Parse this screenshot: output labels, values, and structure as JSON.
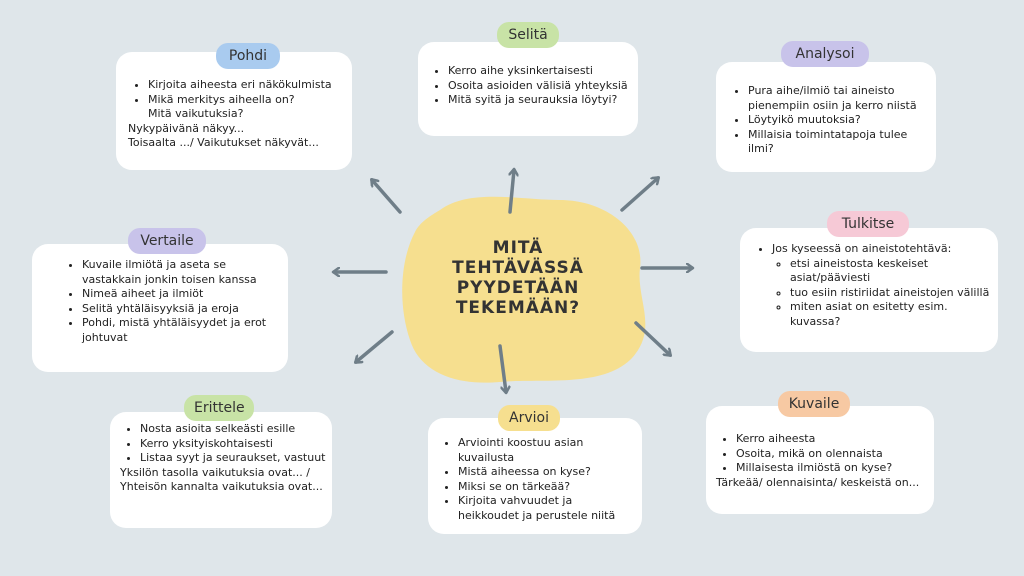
{
  "center": {
    "title_lines": [
      "MITÄ",
      "TEHTÄVÄSSÄ",
      "PYYDETÄÄN",
      "TEKEMÄÄN?"
    ],
    "color": "#f6df8f"
  },
  "arrow_color": "#6f7e88",
  "nodes": {
    "pohdi": {
      "label": "Pohdi",
      "color": "#a9cbef",
      "bullets": [
        "Kirjoita aiheesta eri näkökulmista",
        "Mikä merkitys aiheella on?"
      ],
      "extra": [
        "Mitä vaikutuksia?",
        "Nykypäivänä näkyy...",
        "Toisaalta .../ Vaikutukset näkyvät..."
      ]
    },
    "selita": {
      "label": "Selitä",
      "color": "#c8e3a6",
      "bullets": [
        "Kerro aihe yksinkertaisesti",
        "Osoita asioiden välisiä yhteyksiä",
        "Mitä syitä ja seurauksia löytyi?"
      ]
    },
    "analysoi": {
      "label": "Analysoi",
      "color": "#c8c3ea",
      "bullets": [
        "Pura aihe/ilmiö tai aineisto pienempiin osiin ja kerro niistä",
        "Löytyikö muutoksia?",
        "Millaisia toimintatapoja tulee ilmi?"
      ]
    },
    "tulkitse": {
      "label": "Tulkitse",
      "color": "#f6c9d6",
      "bullets": [
        "Jos kyseessä on aineistotehtävä:"
      ],
      "sub": [
        "etsi aineistosta keskeiset asiat/pääviesti",
        "tuo esiin ristiriidat aineistojen välillä",
        "miten asiat on esitetty esim. kuvassa?"
      ]
    },
    "kuvaile": {
      "label": "Kuvaile",
      "color": "#f7c9a3",
      "bullets": [
        "Kerro aiheesta",
        "Osoita, mikä on olennaista",
        "Millaisesta ilmiöstä on kyse?"
      ],
      "extra": [
        "Tärkeää/ olennaisinta/ keskeistä on..."
      ]
    },
    "arvioi": {
      "label": "Arvioi",
      "color": "#f6df8f",
      "bullets": [
        "Arviointi koostuu asian kuvailusta",
        "Mistä aiheessa on kyse?",
        "Miksi se on tärkeää?",
        "Kirjoita vahvuudet ja heikkoudet ja perustele niitä"
      ]
    },
    "erittele": {
      "label": "Erittele",
      "color": "#c8e3a6",
      "bullets": [
        "Nosta asioita selkeästi esille",
        "Kerro yksityiskohtaisesti",
        "Listaa syyt ja seuraukset, vastuut"
      ],
      "extra": [
        "Yksilön tasolla vaikutuksia ovat... /",
        "Yhteisön kannalta vaikutuksia ovat..."
      ]
    },
    "vertaile": {
      "label": "Vertaile",
      "color": "#c8c3ea",
      "bullets": [
        "Kuvaile ilmiötä ja aseta se vastakkain jonkin toisen kanssa",
        "Nimeä aiheet ja ilmiöt",
        "Selitä yhtäläisyyksiä ja eroja",
        "Pohdi, mistä yhtäläisyydet ja erot johtuvat"
      ]
    }
  }
}
